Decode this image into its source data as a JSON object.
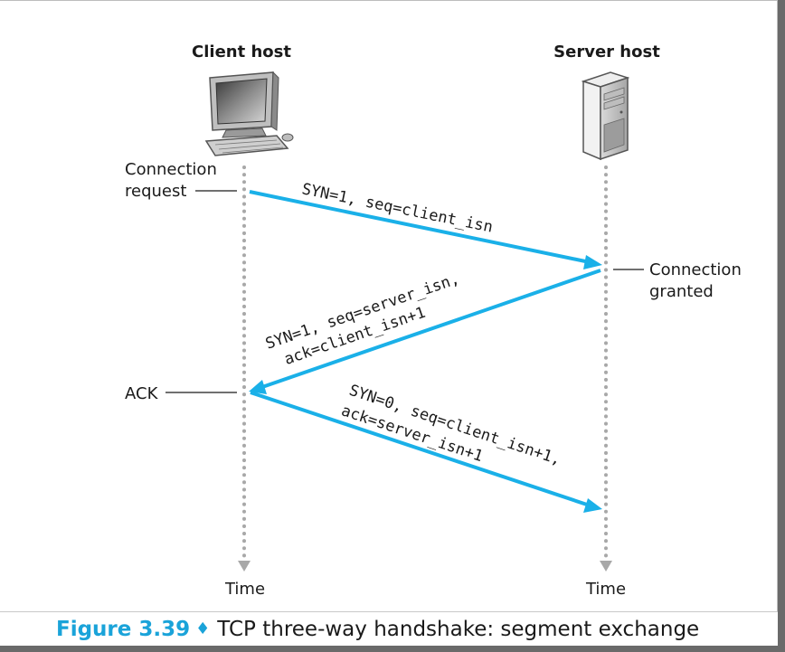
{
  "hosts": {
    "client": {
      "title": "Client host",
      "time_label": "Time"
    },
    "server": {
      "title": "Server host",
      "time_label": "Time"
    }
  },
  "events": {
    "connection_request": [
      "Connection",
      "request"
    ],
    "connection_granted": [
      "Connection",
      "granted"
    ],
    "ack": "ACK"
  },
  "messages": [
    {
      "lines": [
        "SYN=1, seq=client_isn"
      ]
    },
    {
      "lines": [
        "SYN=1, seq=server_isn,",
        "ack=client_isn+1"
      ]
    },
    {
      "lines": [
        "SYN=0, seq=client_isn+1,",
        "ack=server_isn+1"
      ]
    }
  ],
  "caption": {
    "figure": "Figure 3.39",
    "text": "TCP three-way handshake: segment exchange"
  },
  "colors": {
    "arrow": "#1ab0e8",
    "timeline": "#a8a8a8",
    "caption_accent": "#1aa3d9"
  }
}
